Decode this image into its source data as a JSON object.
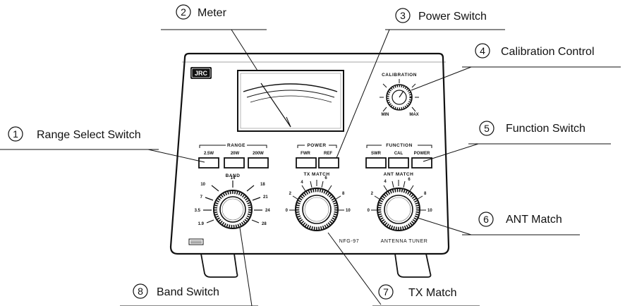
{
  "callouts": [
    {
      "num": "1",
      "label": "Range Select Switch"
    },
    {
      "num": "2",
      "label": "Meter"
    },
    {
      "num": "3",
      "label": "Power Switch"
    },
    {
      "num": "4",
      "label": "Calibration Control"
    },
    {
      "num": "5",
      "label": "Function Switch"
    },
    {
      "num": "6",
      "label": "ANT Match"
    },
    {
      "num": "7",
      "label": "TX Match"
    },
    {
      "num": "8",
      "label": "Band Switch"
    }
  ],
  "panel": {
    "logo": "JRC",
    "calibration": {
      "title": "CALIBRATION",
      "min": "MIN",
      "max": "MAX"
    },
    "range": {
      "title": "RANGE",
      "buttons": [
        "2.5W",
        "20W",
        "200W"
      ]
    },
    "power": {
      "title": "POWER",
      "buttons": [
        "FWR",
        "REF"
      ]
    },
    "function": {
      "title": "FUNCTION",
      "buttons": [
        "SWR",
        "CAL",
        "POWER"
      ]
    },
    "band": {
      "title": "BAND",
      "ticks": [
        "10",
        "14",
        "18",
        "7",
        "21",
        "3.5",
        "24",
        "1.9",
        "28"
      ]
    },
    "tx_match": {
      "title": "TX MATCH",
      "ticks": [
        "0",
        "2",
        "4",
        "6",
        "8",
        "10"
      ]
    },
    "ant_match": {
      "title": "ANT MATCH",
      "ticks": [
        "0",
        "2",
        "4",
        "6",
        "8",
        "10"
      ]
    },
    "model": "NFG-97",
    "subtitle": "ANTENNA TUNER"
  }
}
